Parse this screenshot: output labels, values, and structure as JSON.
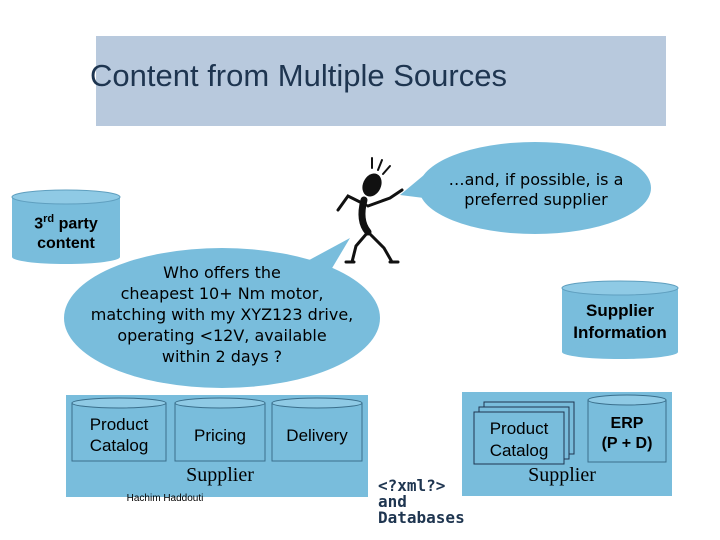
{
  "title": "Content from Multiple Sources",
  "third_party": {
    "prefix": "3",
    "sup": "rd",
    "suffix": " party",
    "line2": "content"
  },
  "question_lines": [
    "Who offers the",
    "cheapest 10+ Nm motor,",
    "matching with my XYZ123 drive,",
    "operating <12V, available",
    "within 2 days ?"
  ],
  "reply_lines": [
    "…and, if possible, is a",
    "preferred supplier"
  ],
  "supplier_info": {
    "line1": "Supplier",
    "line2": "Information"
  },
  "left_supplier": {
    "product_catalog": {
      "line1": "Product",
      "line2": "Catalog"
    },
    "pricing": "Pricing",
    "delivery": "Delivery",
    "label": "Supplier"
  },
  "right_supplier": {
    "product_catalog": {
      "line1": "Product",
      "line2": "Catalog"
    },
    "erp": {
      "line1": "ERP",
      "line2": "(P + D)"
    },
    "label": "Supplier"
  },
  "author": "Hachim Haddouti",
  "xml_note": {
    "line1": "<?xml?>",
    "line2": "and",
    "line3": "Databases"
  },
  "colors": {
    "title_band": "#b8c9dd",
    "title_text": "#1e3550",
    "bubble": "#79bddc",
    "cylinder": "#79bddc"
  },
  "icons": {
    "person": "stick-figure-icon"
  }
}
